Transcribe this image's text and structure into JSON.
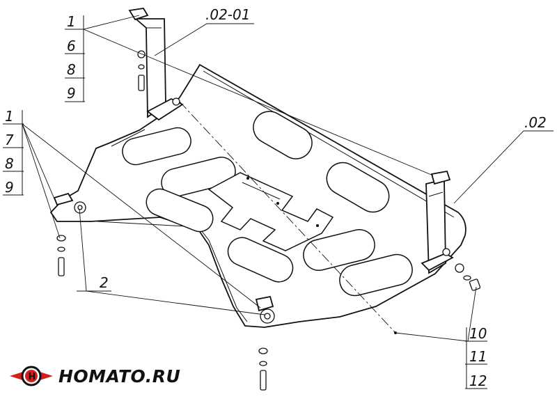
{
  "labels": {
    "l_top_left": [
      "1",
      "6",
      "8",
      "9"
    ],
    "l_mid_left": [
      "1",
      "7",
      "8",
      "9"
    ],
    "l_02_01": ".02-01",
    "l_02": ".02",
    "l_2": "2",
    "l_bottom_right": [
      "10",
      "11",
      "12"
    ]
  },
  "logo": {
    "text": "HOMATO.RU",
    "emblem_letter": "H",
    "colors": {
      "red": "#d3201d",
      "dark": "#111111"
    }
  },
  "colors": {
    "line": "#111111",
    "background": "#ffffff"
  }
}
